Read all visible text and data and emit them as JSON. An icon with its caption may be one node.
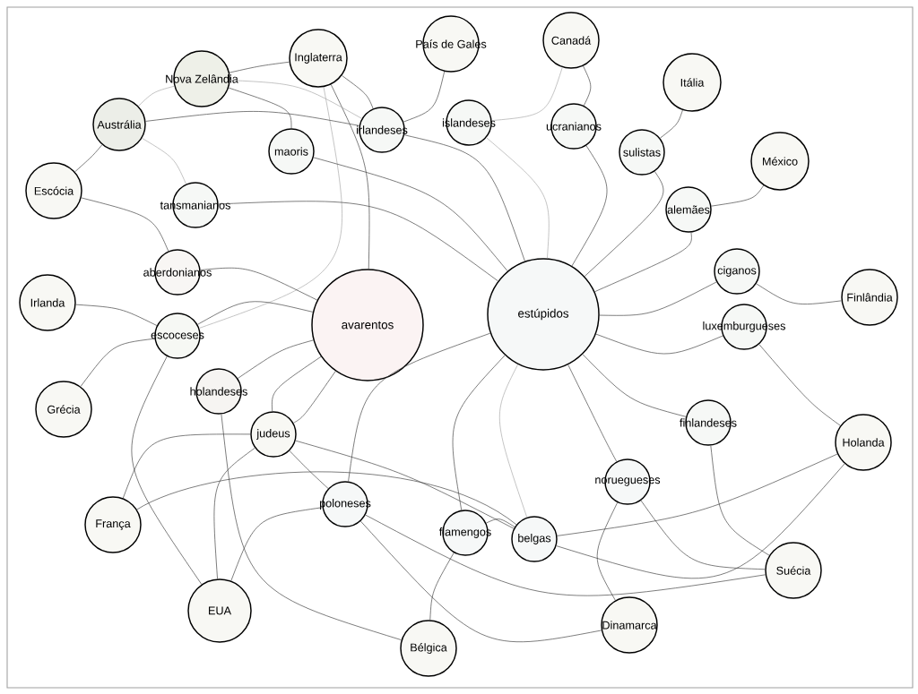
{
  "diagram": {
    "nodes": [
      {
        "text": [
          "Inglaterra"
        ]
      },
      {
        "text": [
          "País de Gales"
        ]
      },
      {
        "text": [
          "Canadá"
        ]
      },
      {
        "text": [
          "Nova Zelândia"
        ]
      },
      {
        "text": [
          "Austrália"
        ]
      },
      {
        "text": [
          "irlandeses"
        ]
      },
      {
        "text": [
          "islandeses"
        ]
      },
      {
        "text": [
          "ucranianos"
        ]
      },
      {
        "text": [
          "Itália"
        ]
      },
      {
        "text": [
          "maoris"
        ]
      },
      {
        "text": [
          "sulistas"
        ]
      },
      {
        "text": [
          "México"
        ]
      },
      {
        "text": [
          "Escócia"
        ]
      },
      {
        "text": [
          "tansmanianos"
        ]
      },
      {
        "text": [
          "alemães"
        ]
      },
      {
        "text": [
          "aberdonianos"
        ]
      },
      {
        "text": [
          "ciganos"
        ]
      },
      {
        "text": [
          "Finlândia"
        ]
      },
      {
        "text": [
          "Irlanda"
        ]
      },
      {
        "text": [
          "avarentos"
        ]
      },
      {
        "text": [
          "estúpidos"
        ]
      },
      {
        "text": [
          "escoceses"
        ]
      },
      {
        "text": [
          "luxemburgueses"
        ]
      },
      {
        "text": [
          "holandeses"
        ]
      },
      {
        "text": [
          "Grécia"
        ]
      },
      {
        "text": [
          "judeus"
        ]
      },
      {
        "text": [
          "finlandeses"
        ]
      },
      {
        "text": [
          "Holanda"
        ]
      },
      {
        "text": [
          "noruegueses"
        ]
      },
      {
        "text": [
          "França"
        ]
      },
      {
        "text": [
          "poloneses"
        ]
      },
      {
        "text": [
          "flamengos"
        ]
      },
      {
        "text": [
          "belgas"
        ]
      },
      {
        "text": [
          "Suécia"
        ]
      },
      {
        "text": [
          "EUA"
        ]
      },
      {
        "text": [
          "Dinamarca"
        ]
      },
      {
        "text": [
          "Bélgica"
        ]
      }
    ],
    "edges": [
      {
        "from": 0,
        "to": 5,
        "arrow": "none"
      },
      {
        "from": 0,
        "to": 19,
        "arrow": "none"
      },
      {
        "from": 0,
        "to": 21,
        "arrow": "none",
        "color": "#a6a6a6"
      },
      {
        "from": 3,
        "to": 0,
        "arrow": "none"
      },
      {
        "from": 3,
        "to": 5,
        "arrow": "none",
        "color": "#a6a6a6"
      },
      {
        "from": 3,
        "to": 9,
        "arrow": "none"
      },
      {
        "from": 4,
        "to": 3,
        "arrow": "none",
        "color": "#a6a6a6"
      },
      {
        "from": 4,
        "to": 5,
        "arrow": "none"
      },
      {
        "from": 4,
        "to": 13,
        "arrow": "none",
        "color": "#a6a6a6"
      },
      {
        "from": 4,
        "to": 12,
        "arrow": "none"
      },
      {
        "from": 1,
        "to": 5,
        "arrow": "none"
      },
      {
        "from": 2,
        "to": 6,
        "arrow": "none",
        "color": "#a6a6a6"
      },
      {
        "from": 2,
        "to": 7,
        "arrow": "none"
      },
      {
        "from": 5,
        "to": 20,
        "arrow": "none"
      },
      {
        "from": 6,
        "to": 20,
        "arrow": "none",
        "color": "#a6a6a6"
      },
      {
        "from": 7,
        "to": 20,
        "arrow": "none"
      },
      {
        "from": 9,
        "to": 20,
        "arrow": "none"
      },
      {
        "from": 13,
        "to": 20,
        "arrow": "none"
      },
      {
        "from": 8,
        "to": 10,
        "arrow": "none"
      },
      {
        "from": 10,
        "to": 20,
        "arrow": "none"
      },
      {
        "from": 11,
        "to": 14,
        "arrow": "none"
      },
      {
        "from": 14,
        "to": 20,
        "arrow": "none"
      },
      {
        "from": 16,
        "to": 20,
        "arrow": "none"
      },
      {
        "from": 16,
        "to": 17,
        "arrow": "none"
      },
      {
        "from": 22,
        "to": 20,
        "arrow": "none"
      },
      {
        "from": 22,
        "to": 27,
        "arrow": "none"
      },
      {
        "from": 12,
        "to": 15,
        "arrow": "none"
      },
      {
        "from": 15,
        "to": 19,
        "arrow": "none"
      },
      {
        "from": 18,
        "to": 21,
        "arrow": "none"
      },
      {
        "from": 21,
        "to": 19,
        "arrow": "none"
      },
      {
        "from": 24,
        "to": 21,
        "arrow": "none"
      },
      {
        "from": 21,
        "to": 34,
        "arrow": "none"
      },
      {
        "from": 23,
        "to": 19,
        "arrow": "none"
      },
      {
        "from": 23,
        "to": 36,
        "arrow": "none"
      },
      {
        "from": 25,
        "to": 19,
        "arrow": "none"
      },
      {
        "from": 25,
        "to": 19,
        "arrow": "none"
      },
      {
        "from": 25,
        "to": 29,
        "arrow": "none"
      },
      {
        "from": 25,
        "to": 34,
        "arrow": "none"
      },
      {
        "from": 25,
        "to": 32,
        "arrow": "none"
      },
      {
        "from": 25,
        "to": 30,
        "arrow": "none"
      },
      {
        "from": 30,
        "to": 33,
        "arrow": "none"
      },
      {
        "from": 30,
        "to": 35,
        "arrow": "none"
      },
      {
        "from": 29,
        "to": 32,
        "arrow": "none"
      },
      {
        "from": 30,
        "to": 20,
        "arrow": "none"
      },
      {
        "from": 30,
        "to": 34,
        "arrow": "none"
      },
      {
        "from": 31,
        "to": 20,
        "arrow": "none"
      },
      {
        "from": 31,
        "to": 36,
        "arrow": "none"
      },
      {
        "from": 31,
        "to": 32,
        "arrow": "none"
      },
      {
        "from": 32,
        "to": 20,
        "arrow": "none",
        "color": "#a6a6a6"
      },
      {
        "from": 32,
        "to": 27,
        "arrow": "none"
      },
      {
        "from": 32,
        "to": 27,
        "arrow": "none"
      },
      {
        "from": 28,
        "to": 20,
        "arrow": "none"
      },
      {
        "from": 28,
        "to": 33,
        "arrow": "none"
      },
      {
        "from": 28,
        "to": 35,
        "arrow": "none"
      },
      {
        "from": 26,
        "to": 20,
        "arrow": "none"
      },
      {
        "from": 26,
        "to": 33,
        "arrow": "none"
      }
    ]
  }
}
